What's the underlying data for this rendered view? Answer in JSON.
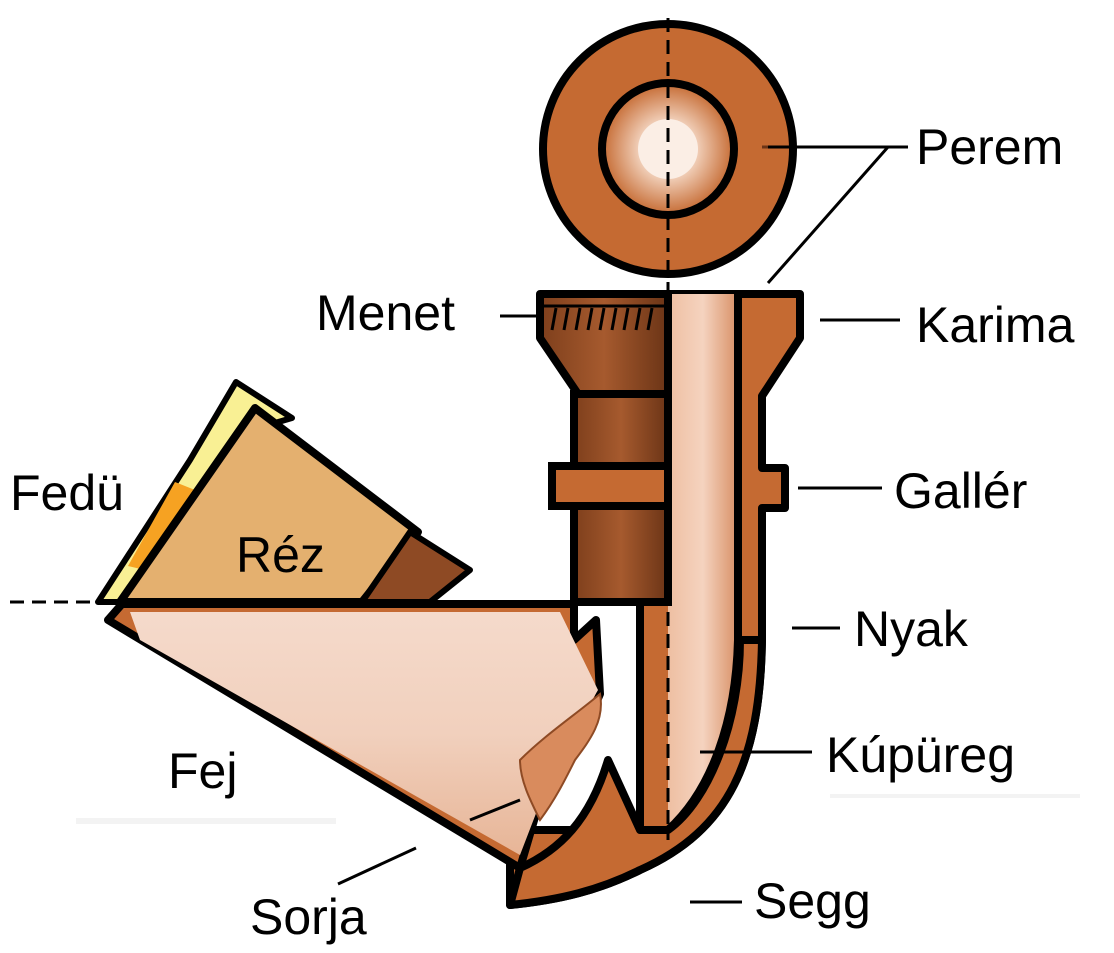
{
  "labels": {
    "perem": "Perem",
    "menet": "Menet",
    "karima": "Karima",
    "fedu": "Fedü",
    "rez": "Réz",
    "galler": "Gallér",
    "nyak": "Nyak",
    "kupureg": "Kúpüreg",
    "fej": "Fej",
    "sorja": "Sorja",
    "segg": "Segg"
  },
  "colors": {
    "copper": "#c56a32",
    "copper_dark": "#8e4a24",
    "copper_light": "#e6b093",
    "inner_light": "#f3d9c9",
    "brass_yellow": "#f9f094",
    "brass_orange": "#f6a222",
    "brass_tan": "#e4b06f",
    "outline": "#000000"
  }
}
